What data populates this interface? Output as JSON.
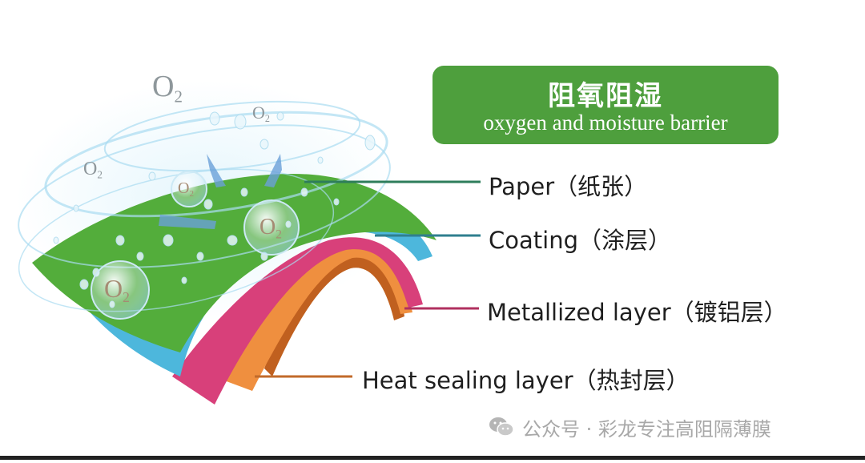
{
  "title": {
    "cn": "阻氧阻湿",
    "en": "oxygen and moisture barrier"
  },
  "layers": [
    {
      "label": "Paper（纸张）",
      "color": "#53ad3b"
    },
    {
      "label": "Coating（涂层）",
      "color": "#4db7dc"
    },
    {
      "label": "Metallized layer（镀铝层）",
      "color": "#d8407a"
    },
    {
      "label": "Heat sealing layer（热封层）",
      "color": "#ef8f3f"
    }
  ],
  "inner_color": "#c0601f",
  "oxygen": {
    "base": "O",
    "sub": "2"
  },
  "watermark": "公众号 · 彩龙专注高阻隔薄膜"
}
